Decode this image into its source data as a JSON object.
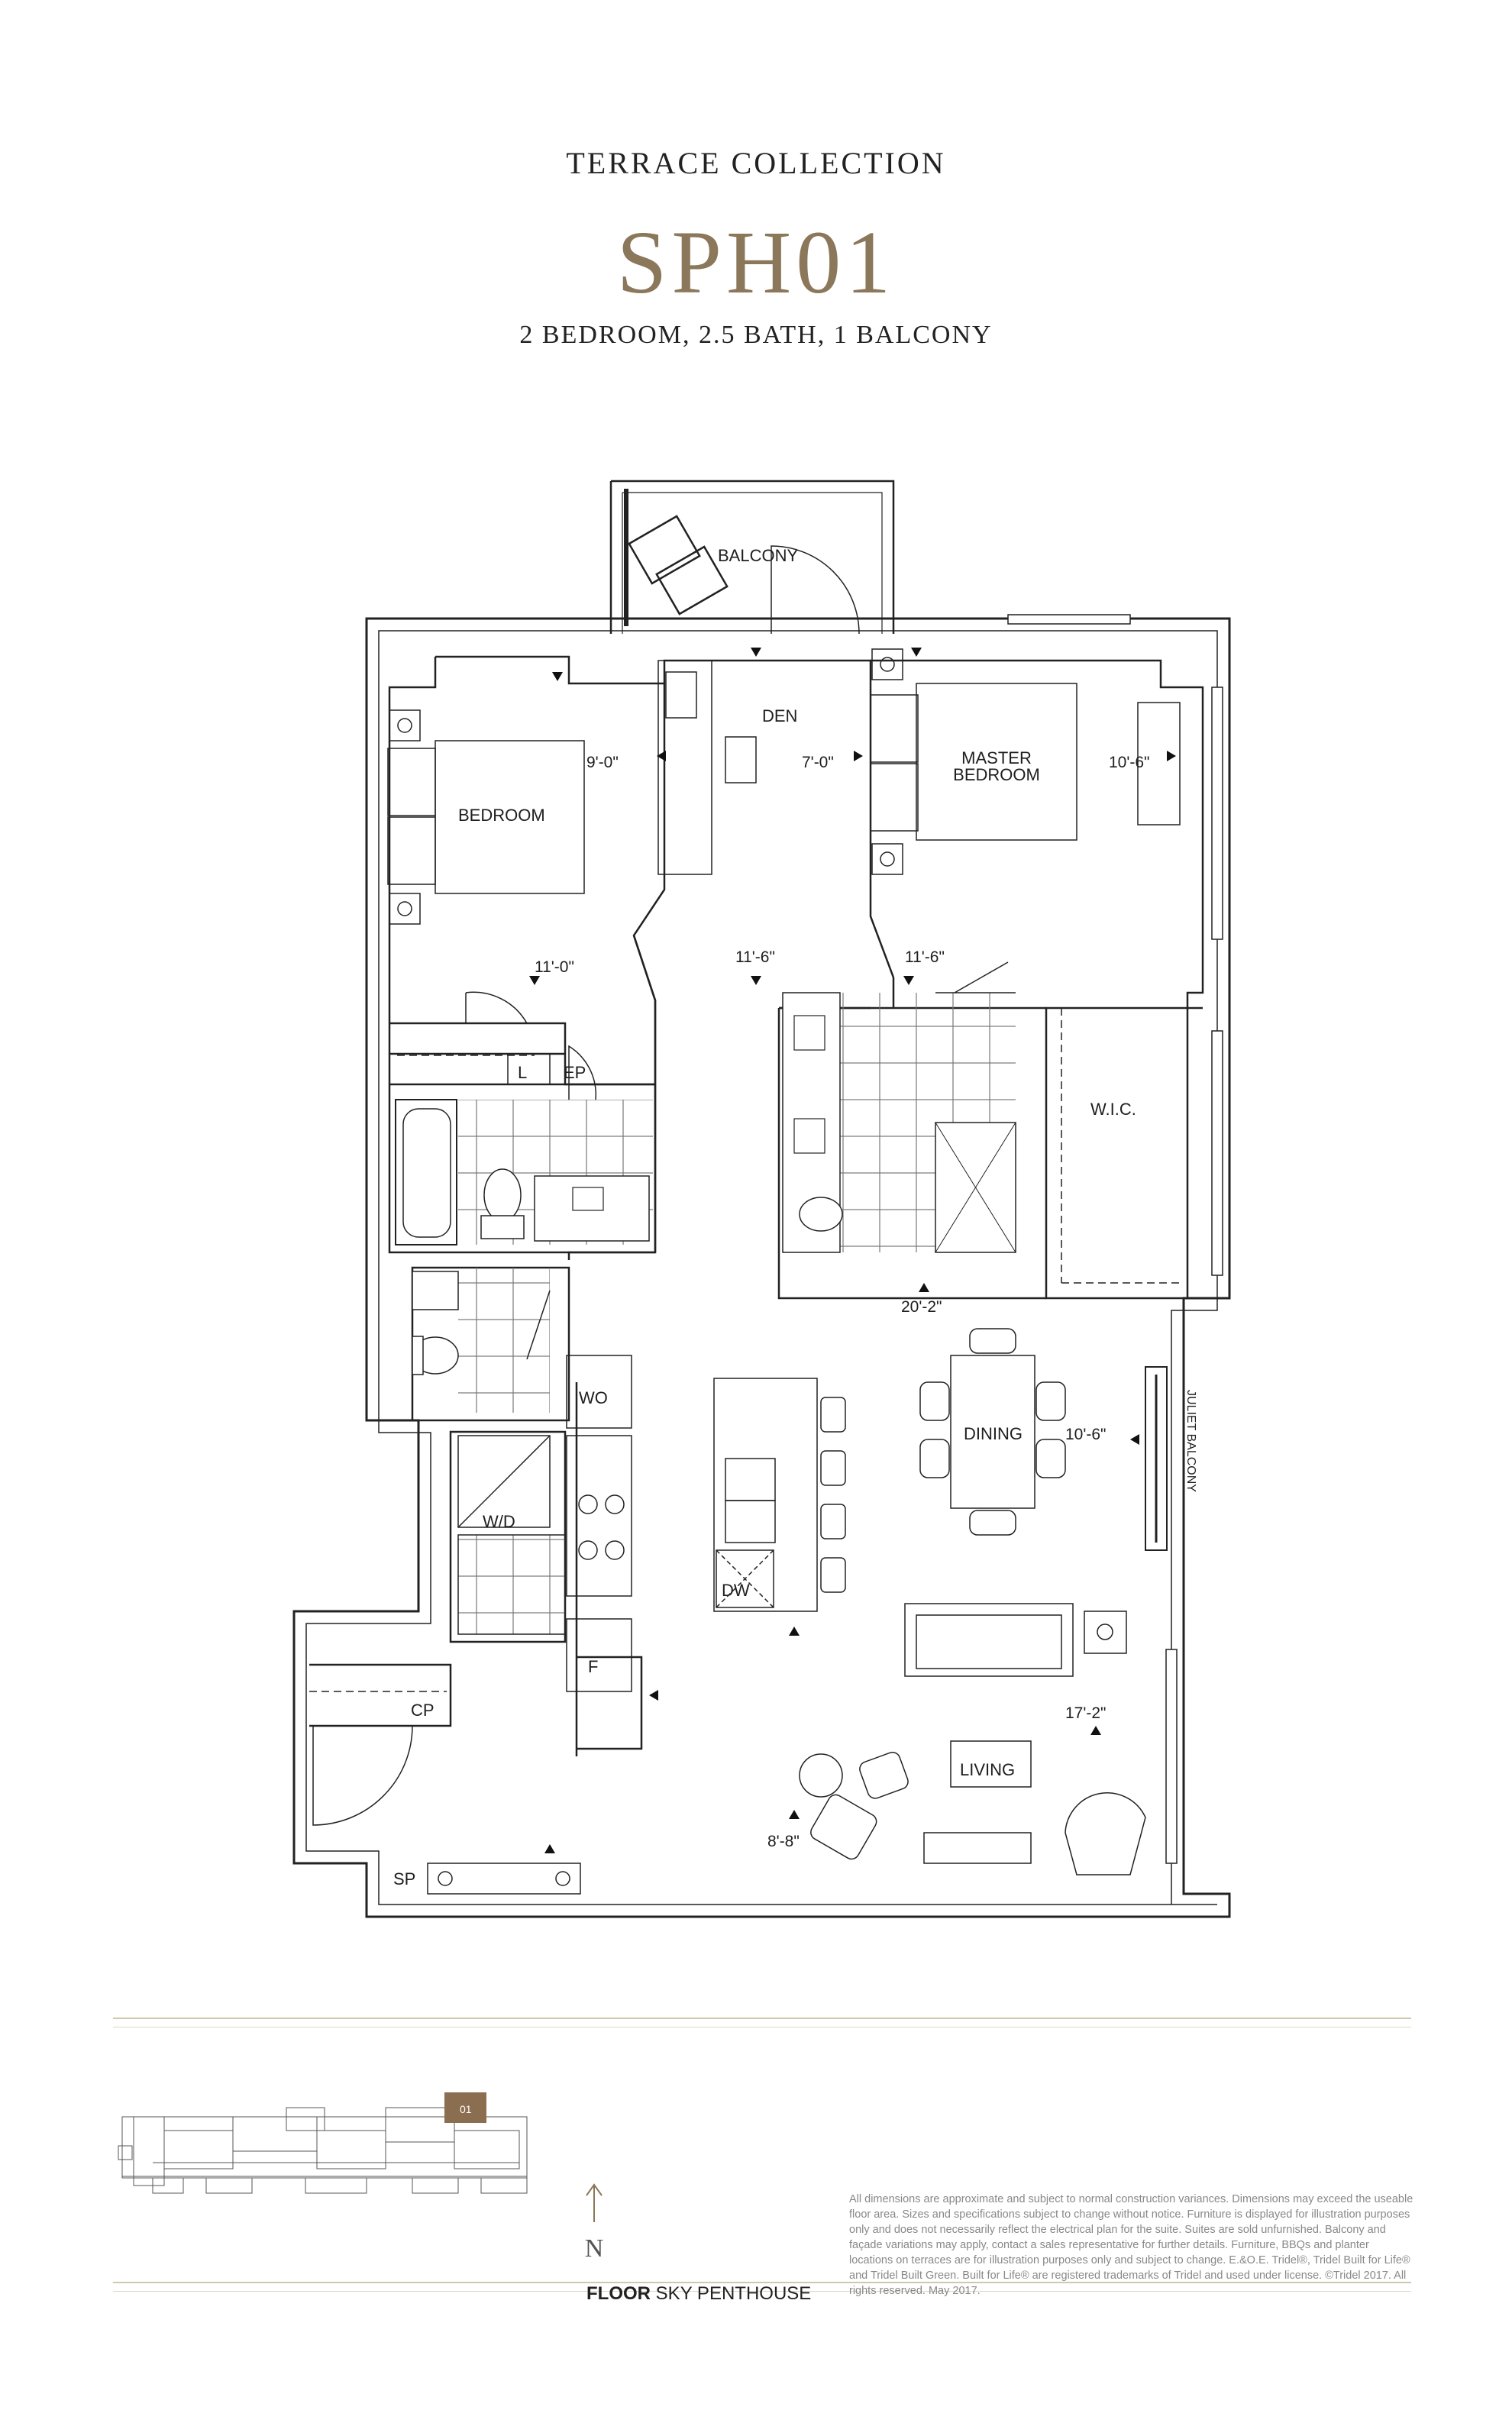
{
  "header": {
    "collection": "TERRACE COLLECTION",
    "suite": "SPH01",
    "subtitle": "2 BEDROOM, 2.5 BATH, 1 BALCONY"
  },
  "rooms": {
    "balcony": "BALCONY",
    "den": "DEN",
    "bedroom": "BEDROOM",
    "master_line1": "MASTER",
    "master_line2": "BEDROOM",
    "wic": "W.I.C.",
    "dining": "DINING",
    "living": "LIVING",
    "juliet": "JULIET BALCONY",
    "wo": "WO",
    "wd": "W/D",
    "dw": "DW",
    "f": "F",
    "cp": "CP",
    "sp": "SP",
    "l": "L",
    "ep": "EP"
  },
  "dimensions": {
    "bedroom_w": "9'-0\"",
    "den_w": "7'-0\"",
    "master_w": "10'-6\"",
    "bedroom_l": "11'-0\"",
    "den_l": "11'-6\"",
    "master_l": "11'-6\"",
    "dining_l": "20'-2\"",
    "dining_w": "10'-6\"",
    "living_w": "17'-2\"",
    "living_l": "8'-8\""
  },
  "keyplan": {
    "unit_label": "01",
    "highlight_color": "#8b6d4f"
  },
  "north": "N",
  "floor": {
    "prefix": "FLOOR",
    "name": "SKY PENTHOUSE"
  },
  "disclaimer": "All dimensions are approximate and subject to normal construction variances. Dimensions may exceed the useable floor area. Sizes and specifications subject to change without notice. Furniture is displayed for illustration purposes only and does not necessarily reflect the electrical plan for the suite. Suites are sold unfurnished. Balcony and façade variations may apply, contact a sales representative for further details. Furniture, BBQs and planter locations on terraces are for illustration purposes only and subject to change. E.&O.E. Tridel®, Tridel Built for Life® and Tridel Built Green. Built for Life® are registered trademarks of Tridel and used under license. ©Tridel 2017. All rights reserved. May 2017.",
  "colors": {
    "accent": "#8b7759",
    "rule": "#cfc8b0"
  }
}
